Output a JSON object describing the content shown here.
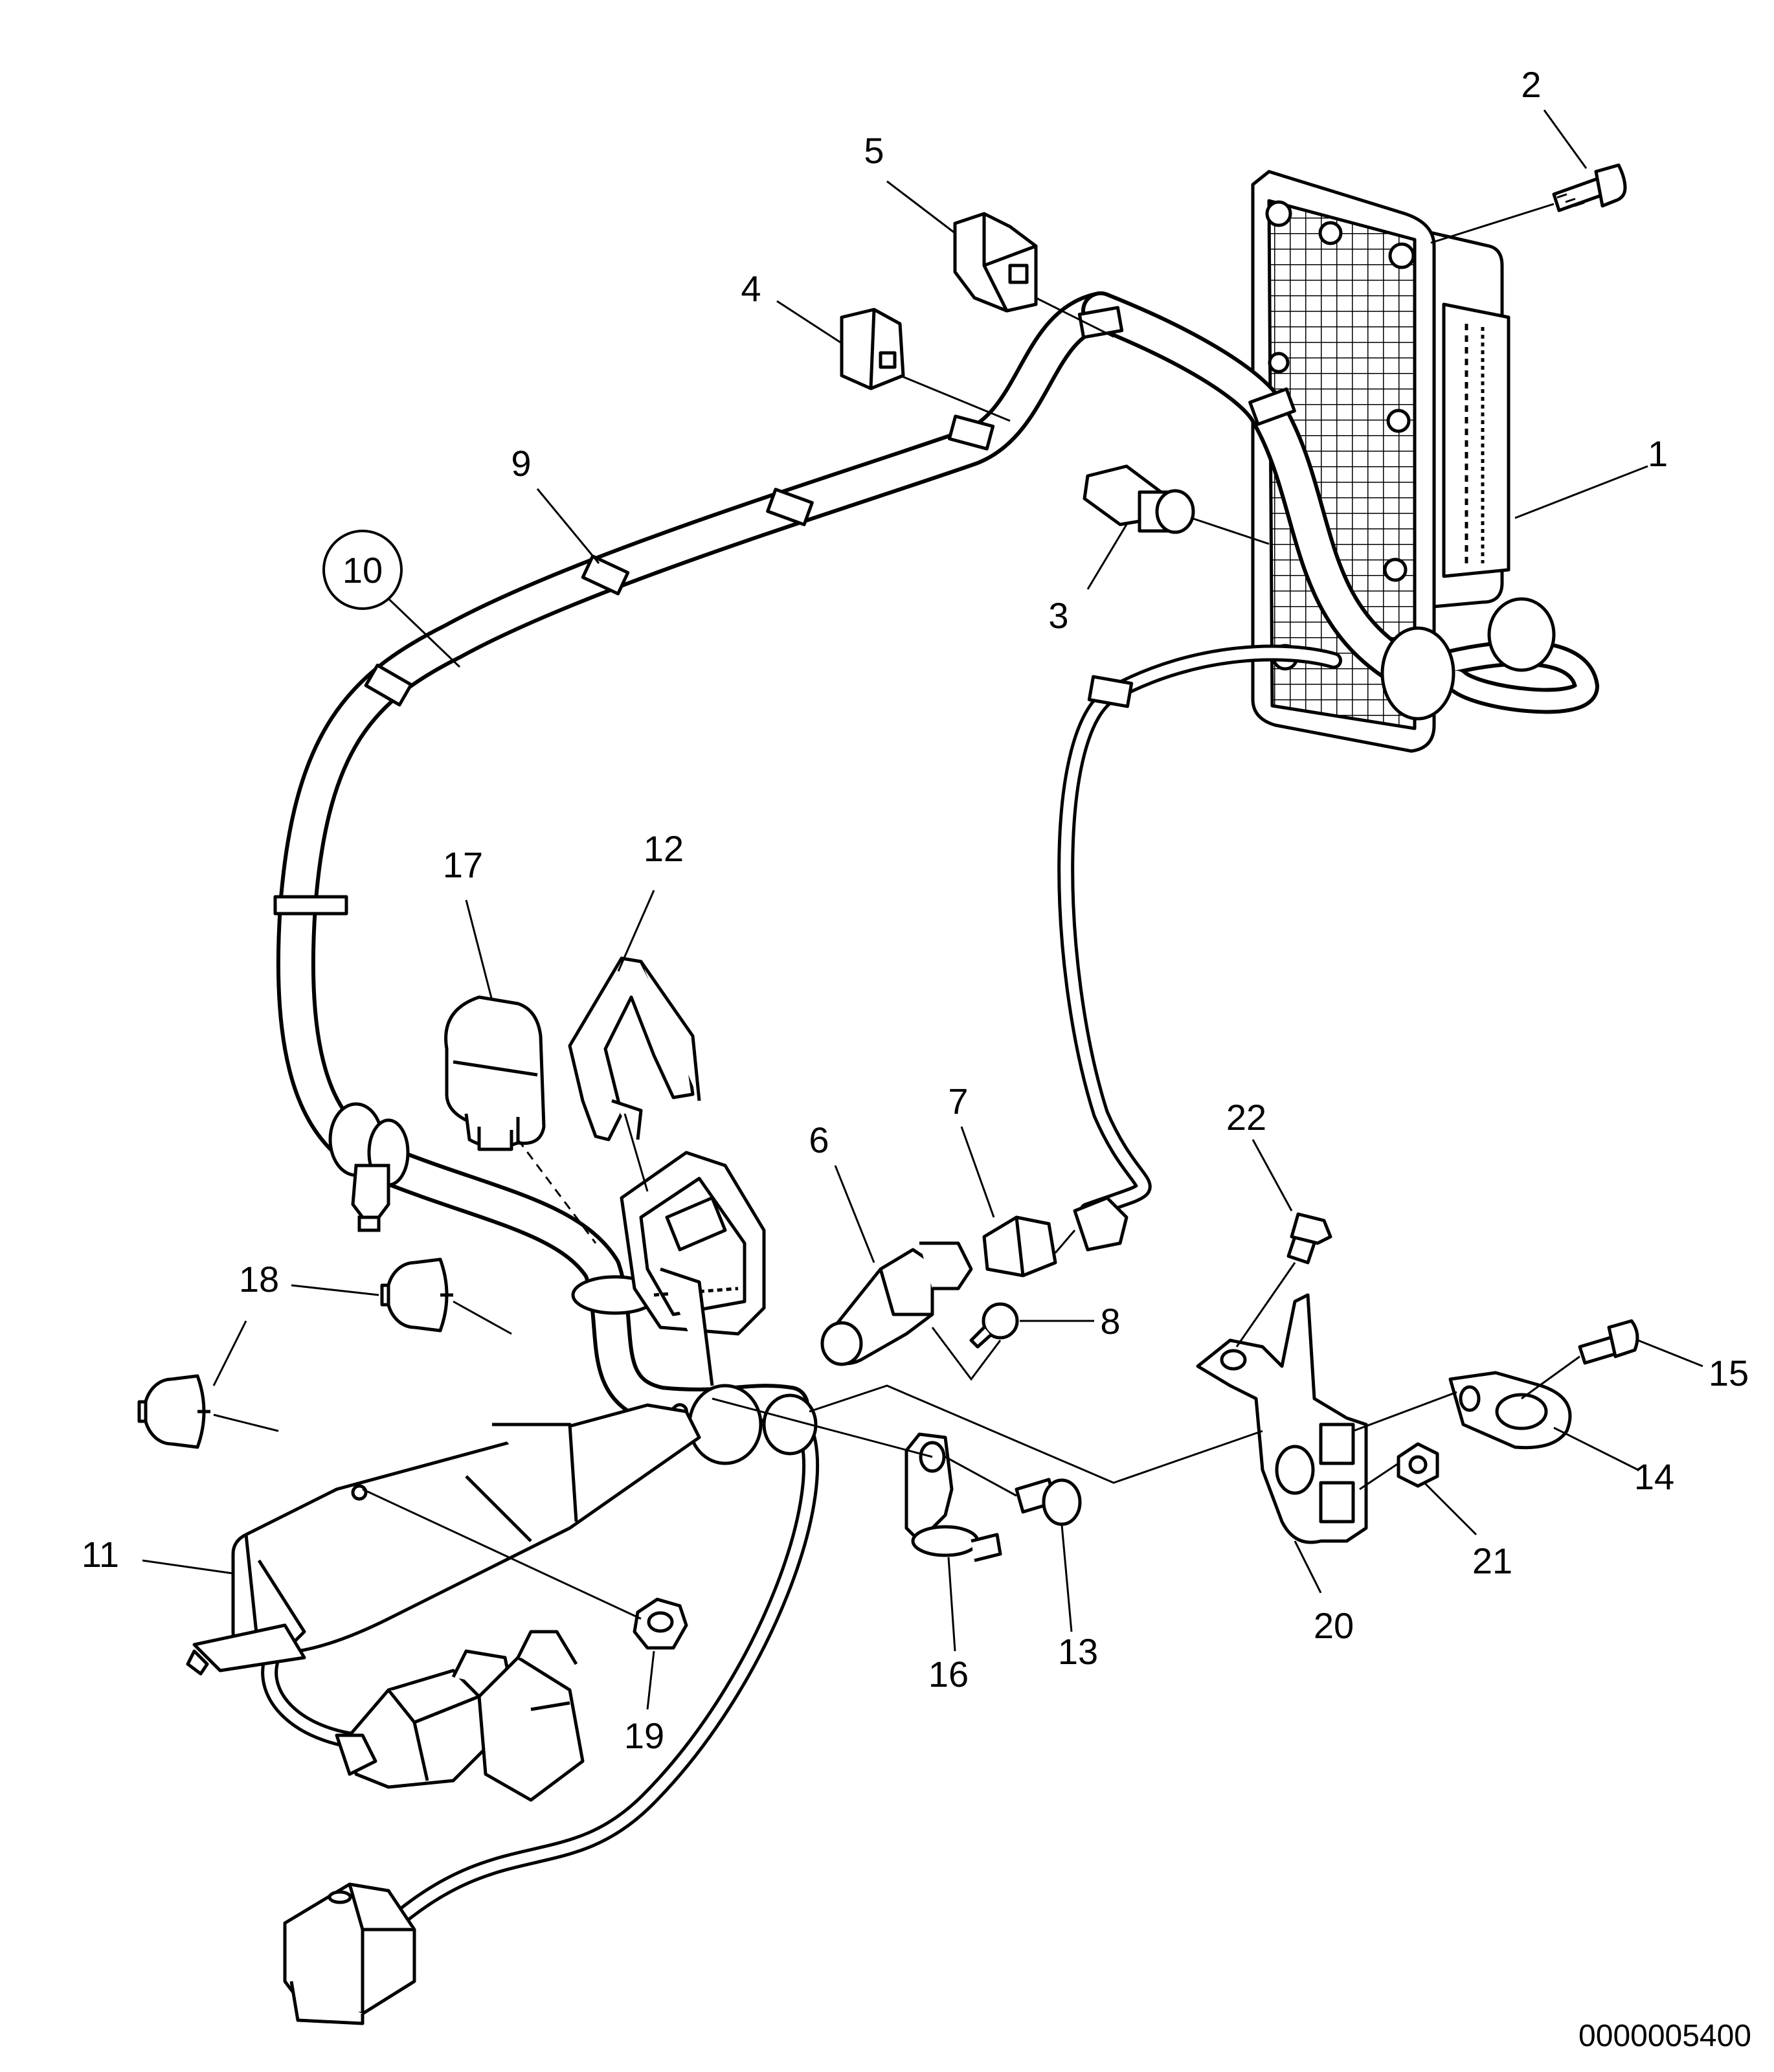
{
  "drawing_number": "0000005400",
  "callouts": [
    {
      "id": "1",
      "text": "1"
    },
    {
      "id": "2",
      "text": "2"
    },
    {
      "id": "3",
      "text": "3"
    },
    {
      "id": "4",
      "text": "4"
    },
    {
      "id": "5",
      "text": "5"
    },
    {
      "id": "6",
      "text": "6"
    },
    {
      "id": "7",
      "text": "7"
    },
    {
      "id": "8",
      "text": "8"
    },
    {
      "id": "9",
      "text": "9"
    },
    {
      "id": "10",
      "text": "10"
    },
    {
      "id": "11",
      "text": "11"
    },
    {
      "id": "12",
      "text": "12"
    },
    {
      "id": "13",
      "text": "13"
    },
    {
      "id": "14",
      "text": "14"
    },
    {
      "id": "15",
      "text": "15"
    },
    {
      "id": "16",
      "text": "16"
    },
    {
      "id": "17",
      "text": "17"
    },
    {
      "id": "18",
      "text": "18"
    },
    {
      "id": "19",
      "text": "19"
    },
    {
      "id": "20",
      "text": "20"
    },
    {
      "id": "21",
      "text": "21"
    },
    {
      "id": "22",
      "text": "22"
    }
  ],
  "colors": {
    "line": "#000000",
    "background": "#ffffff"
  }
}
